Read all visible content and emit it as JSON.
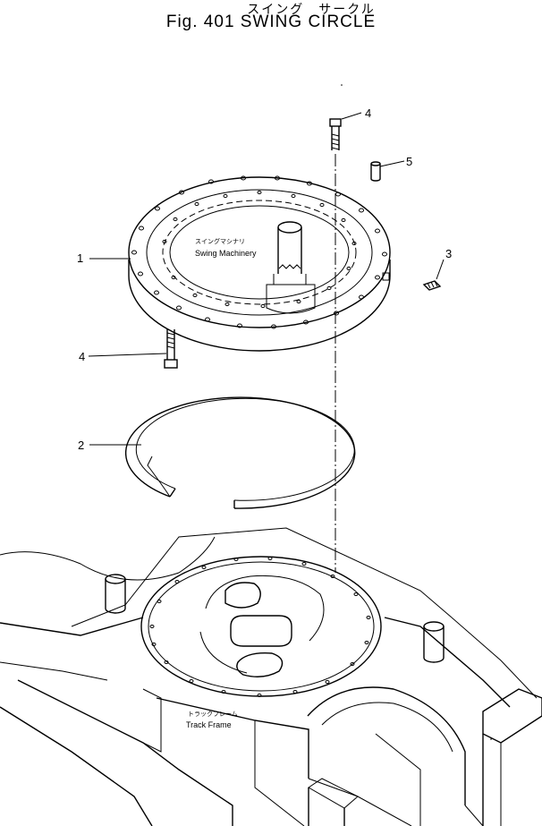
{
  "title": {
    "japanese": "スイング　サークル",
    "english": "Fig. 401 SWING CIRCLE"
  },
  "callouts": [
    {
      "id": "1",
      "label": "1"
    },
    {
      "id": "2",
      "label": "2"
    },
    {
      "id": "3",
      "label": "3"
    },
    {
      "id": "4a",
      "label": "4"
    },
    {
      "id": "4b",
      "label": "4"
    },
    {
      "id": "5",
      "label": "5"
    }
  ],
  "annotations": {
    "swing_machinery_jp": "スイングマシナリ",
    "swing_machinery_en": "Swing Machinery",
    "track_frame_jp": "トラックフレーム",
    "track_frame_en": "Track Frame"
  }
}
